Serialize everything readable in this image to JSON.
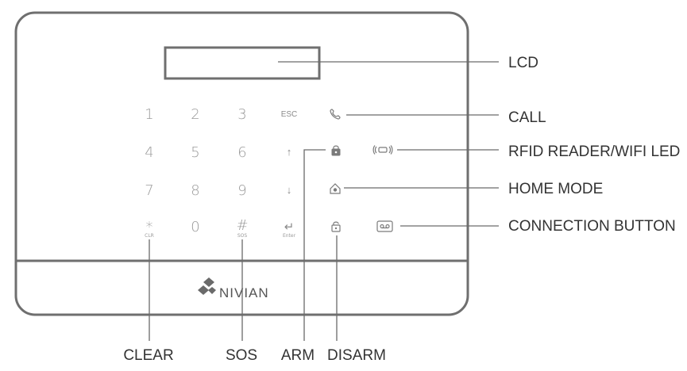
{
  "keypad": {
    "row1": [
      "1",
      "2",
      "3"
    ],
    "row2": [
      "4",
      "5",
      "6"
    ],
    "row3": [
      "7",
      "8",
      "9"
    ],
    "row4": [
      "*",
      "0",
      "#"
    ],
    "sub_clear": "CLR",
    "sub_sos": "SOS",
    "sub_enter": "Enter",
    "esc": "ESC",
    "up_arrow": "↑",
    "down_arrow": "↓",
    "enter_glyph": "↵"
  },
  "brand": {
    "name": "NIVIAN"
  },
  "icons": {
    "call": "phone-icon",
    "arm": "padlock-locked-icon",
    "disarm": "padlock-open-icon",
    "home": "home-mode-icon",
    "rfid": "rfid-wifi-led-icon",
    "connection": "connection-button-icon"
  },
  "labels": {
    "lcd": "LCD",
    "call": "CALL",
    "rfid": "RFID READER/WIFI LED",
    "home_mode": "HOME MODE",
    "connection": "CONNECTION BUTTON",
    "clear": "CLEAR",
    "sos": "SOS",
    "arm": "ARM",
    "disarm": "DISARM"
  },
  "colors": {
    "outline": "#6f6f6f",
    "keys": "#9a9a9a",
    "text": "#333333"
  }
}
